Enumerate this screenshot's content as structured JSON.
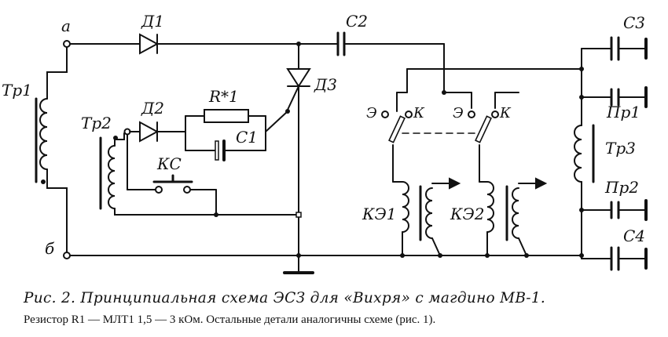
{
  "labels": {
    "node_a": "a",
    "node_b": "б",
    "tr1": "Тр1",
    "tr2": "Тр2",
    "tr3": "Тр3",
    "d1": "Д1",
    "d2": "Д2",
    "d3": "Д3",
    "r1": "R*1",
    "c1": "C1",
    "c2": "C2",
    "c3": "C3",
    "c4": "C4",
    "ks": "КС",
    "pr1": "Пр1",
    "pr2": "Пр2",
    "ke1": "КЭ1",
    "ke2": "КЭ2",
    "contact_e": "Э",
    "contact_k": "К"
  },
  "caption": {
    "main": "Рис. 2. Принципиальная схема ЭСЗ для «Вихря» с магдино МВ-1.",
    "note": "Резистор R1 — МЛТ1 1,5 — 3 кОм. Остальные детали аналогичны схеме (рис. 1)."
  }
}
